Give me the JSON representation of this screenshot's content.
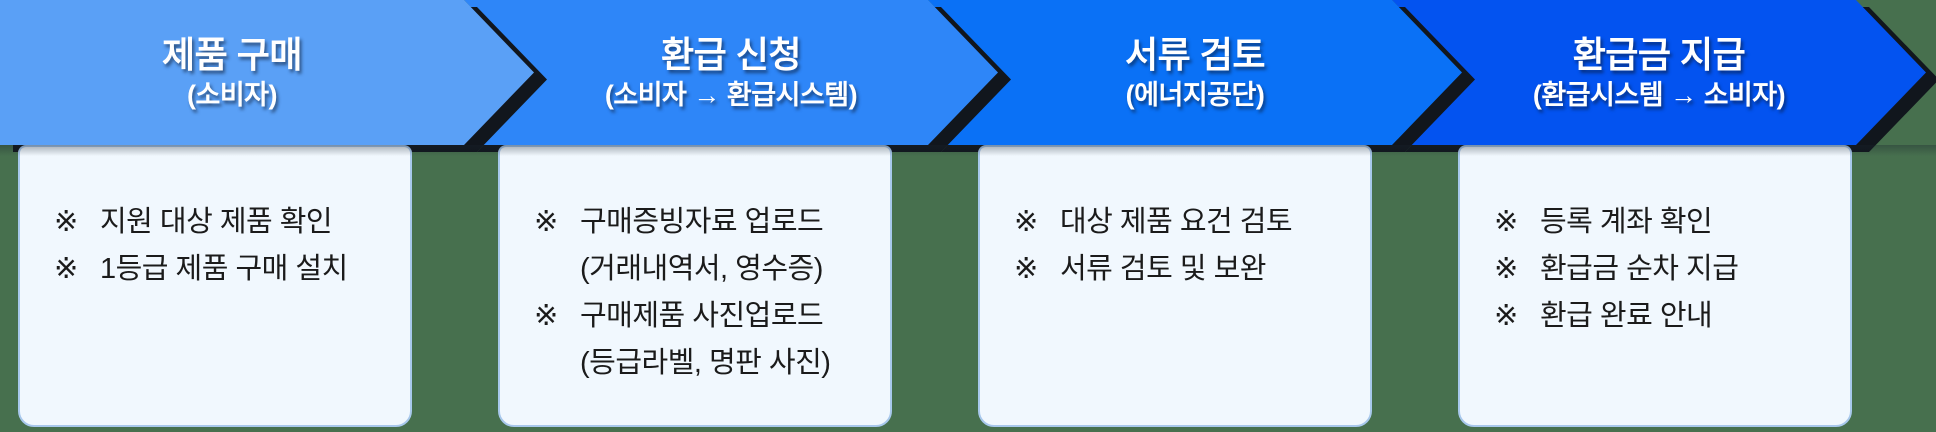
{
  "diagram": {
    "background_color": "#47704E",
    "separator_color": "#11161d",
    "card_background": "#F1F8FE",
    "card_border_color": "#A8C8EC",
    "text_color_dark": "#1b1b1b",
    "text_color_light": "#ffffff"
  },
  "steps": [
    {
      "title": "제품 구매",
      "subtitle": "(소비자)",
      "arrow_color": "#5AA0F6",
      "items": [
        {
          "marker": "※",
          "sub": false,
          "text": "지원 대상 제품 확인"
        },
        {
          "marker": "※",
          "sub": false,
          "text": "1등급 제품 구매 설치"
        }
      ]
    },
    {
      "title": "환급 신청",
      "subtitle": "(소비자 → 환급시스템)",
      "arrow_color": "#2E86F8",
      "items": [
        {
          "marker": "※",
          "sub": false,
          "text": "구매증빙자료 업로드"
        },
        {
          "marker": "",
          "sub": true,
          "text": "(거래내역서, 영수증)"
        },
        {
          "marker": "※",
          "sub": false,
          "text": "구매제품 사진업로드"
        },
        {
          "marker": "",
          "sub": true,
          "text": "(등급라벨, 명판 사진)"
        }
      ]
    },
    {
      "title": "서류 검토",
      "subtitle": "(에너지공단)",
      "arrow_color": "#0A71F6",
      "items": [
        {
          "marker": "※",
          "sub": false,
          "text": "대상 제품 요건 검토"
        },
        {
          "marker": "※",
          "sub": false,
          "text": "서류 검토 및 보완"
        }
      ]
    },
    {
      "title": "환급금 지급",
      "subtitle": "(환급시스템 → 소비자)",
      "arrow_color": "#0353F0",
      "items": [
        {
          "marker": "※",
          "sub": false,
          "text": "등록 계좌 확인"
        },
        {
          "marker": "※",
          "sub": false,
          "text": "환급금 순차 지급"
        },
        {
          "marker": "※",
          "sub": false,
          "text": "환급 완료 안내"
        }
      ]
    }
  ]
}
